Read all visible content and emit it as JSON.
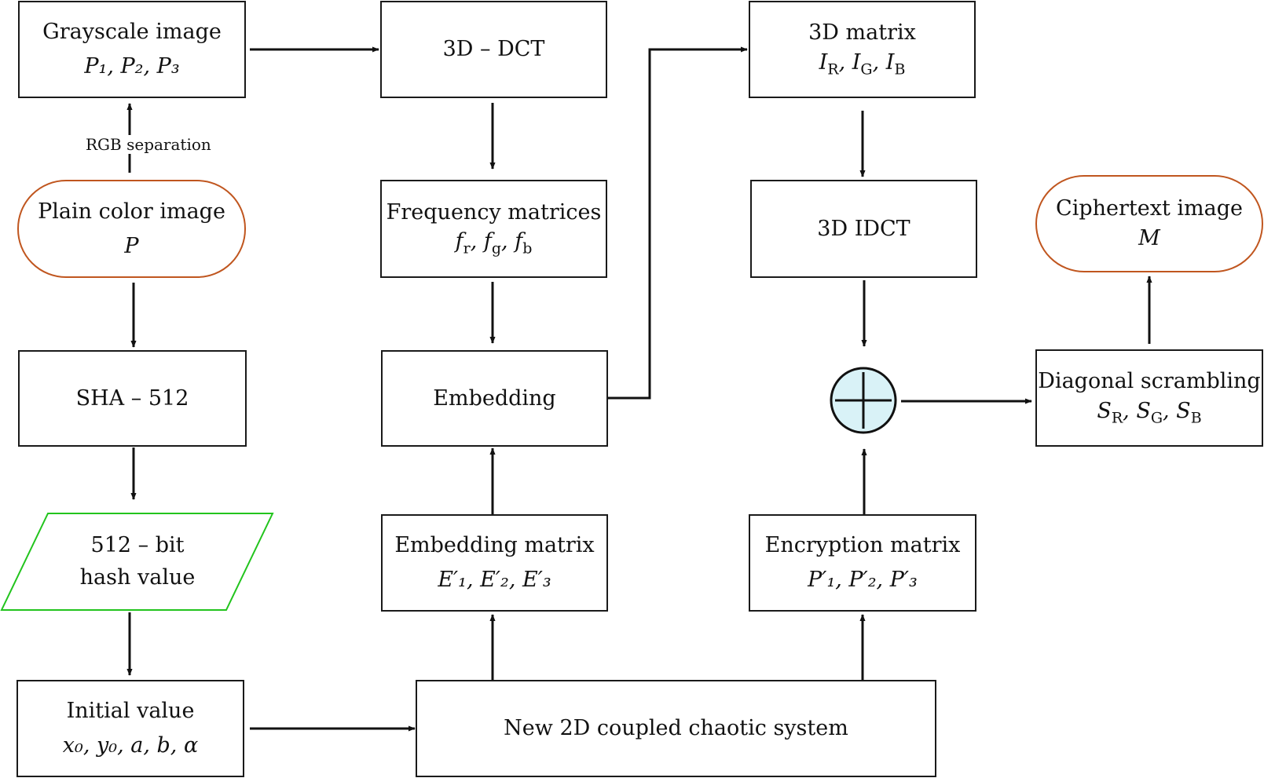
{
  "nodes": {
    "grayscale": {
      "title": "Grayscale  image",
      "sub": "P₁,  P₂,  P₃"
    },
    "dct": {
      "title": "3D – DCT"
    },
    "matrix3d": {
      "title": "3D matrix",
      "sub": "I_R,  I_G,  I_B"
    },
    "plain": {
      "title": "Plain color  image",
      "sub": "P"
    },
    "freq": {
      "title": "Frequency matrices",
      "sub": "f_r,  f_g,  f_b"
    },
    "idct": {
      "title": "3D IDCT"
    },
    "cipher": {
      "title": "Ciphertext  image",
      "sub": "M"
    },
    "sha": {
      "title": "SHA – 512"
    },
    "embedding": {
      "title": "Embedding"
    },
    "diagonal": {
      "title": "Diagonal scrambling",
      "sub": "S_R,  S_G,  S_B"
    },
    "hash": {
      "line1": "512 – bit",
      "line2": "hash value"
    },
    "embmatrix": {
      "title": "Embedding matrix",
      "sub": "E′₁,  E′₂,  E′₃"
    },
    "encmatrix": {
      "title": "Encryption matrix",
      "sub": "P′₁,  P′₂,  P′₃"
    },
    "initial": {
      "title": "Initial value",
      "sub": "x₀, y₀, a, b, α"
    },
    "chaotic": {
      "title": "New 2D coupled chaotic system"
    }
  },
  "labels": {
    "rgb_separation": "RGB separation"
  },
  "colors": {
    "box_stroke": "#1a1a1a",
    "terminal_stroke": "#c0561f",
    "parallelogram_stroke": "#22c41d",
    "xor_fill": "#d9f2f7",
    "arrow": "#111111"
  },
  "icons": {
    "xor": "circled-plus-icon"
  }
}
